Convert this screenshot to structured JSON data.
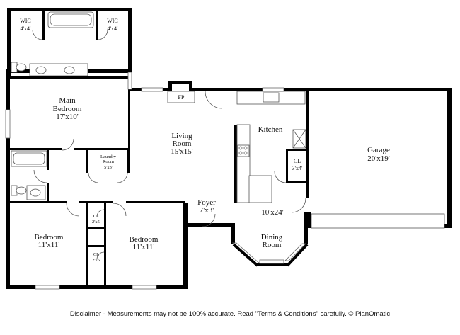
{
  "rooms": {
    "wic_left": {
      "name": "WIC",
      "size": "4'x4'"
    },
    "wic_right": {
      "name": "WIC",
      "size": "4'x4'"
    },
    "main_bedroom": {
      "name": "Main Bedroom",
      "name_line1": "Main",
      "name_line2": "Bedroom",
      "size": "17'x10'"
    },
    "fireplace": {
      "name": "FP"
    },
    "living_room": {
      "name": "Living Room",
      "name_line1": "Living",
      "name_line2": "Room",
      "size": "15'x15'"
    },
    "kitchen": {
      "name": "Kitchen"
    },
    "closet_kitchen": {
      "name": "CL",
      "size": "3'x4'"
    },
    "garage": {
      "name": "Garage",
      "size": "20'x19'"
    },
    "laundry": {
      "name": "Laundry Room",
      "name_line1": "Laundry",
      "name_line2": "Room",
      "size": "5'x3'"
    },
    "foyer": {
      "name": "Foyer",
      "size": "7'x3'"
    },
    "dining": {
      "name": "Dining Room",
      "name_line1": "Dining",
      "name_line2": "Room",
      "size": "10'x24'"
    },
    "closet_upper": {
      "name": "CL",
      "size": "2'x5'"
    },
    "closet_lower": {
      "name": "CL",
      "size": "2'x6'"
    },
    "bedroom_left": {
      "name": "Bedroom",
      "size": "11'x11'"
    },
    "bedroom_right": {
      "name": "Bedroom",
      "size": "11'x11'"
    }
  },
  "disclaimer": "Disclaimer - Measurements may not be 100% accurate. Read \"Terms & Conditions\" carefully. © PlanOmatic"
}
